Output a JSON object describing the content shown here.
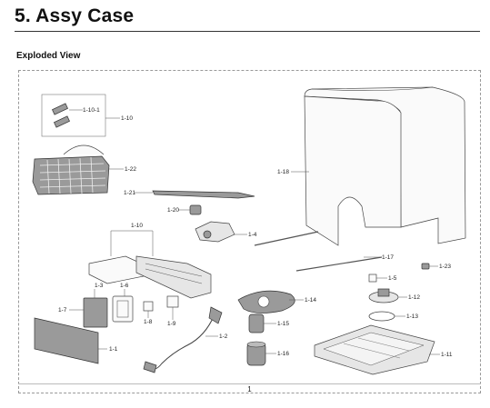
{
  "header": {
    "title": "5.  Assy Case",
    "subtitle": "Exploded View"
  },
  "diagram": {
    "page_number": "1",
    "labels": {
      "p1_10_1": "1-10-1",
      "p1_10a": "1-10",
      "p1_22": "1-22",
      "p1_21": "1-21",
      "p1_20": "1-20",
      "p1_4": "1-4",
      "p1_18": "1-18",
      "p1_10b": "1-10",
      "p1_17": "1-17",
      "p1_23": "1-23",
      "p1_3": "1-3",
      "p1_6": "1-6",
      "p1_7": "1-7",
      "p1_8": "1-8",
      "p1_9": "1-9",
      "p1_14": "1-14",
      "p1_5": "1-5",
      "p1_12": "1-12",
      "p1_13": "1-13",
      "p1_15": "1-15",
      "p1_2": "1-2",
      "p1_1": "1-1",
      "p1_16": "1-16",
      "p1_11": "1-11"
    }
  }
}
